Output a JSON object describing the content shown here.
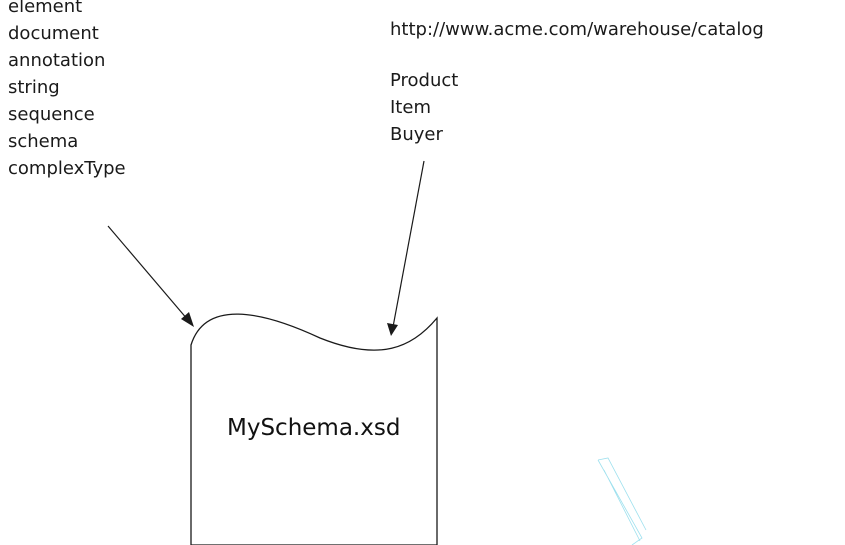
{
  "left_terms": [
    "element",
    "document",
    "annotation",
    "string",
    "sequence",
    "schema",
    "complexType"
  ],
  "namespace": "http://www.acme.com/warehouse/catalog",
  "right_terms": [
    "Product",
    "Item",
    "Buyer"
  ],
  "document": {
    "filename": "MySchema.xsd"
  },
  "colors": {
    "ink": "#1a1a1a",
    "watermark": "#9ee0ee"
  }
}
